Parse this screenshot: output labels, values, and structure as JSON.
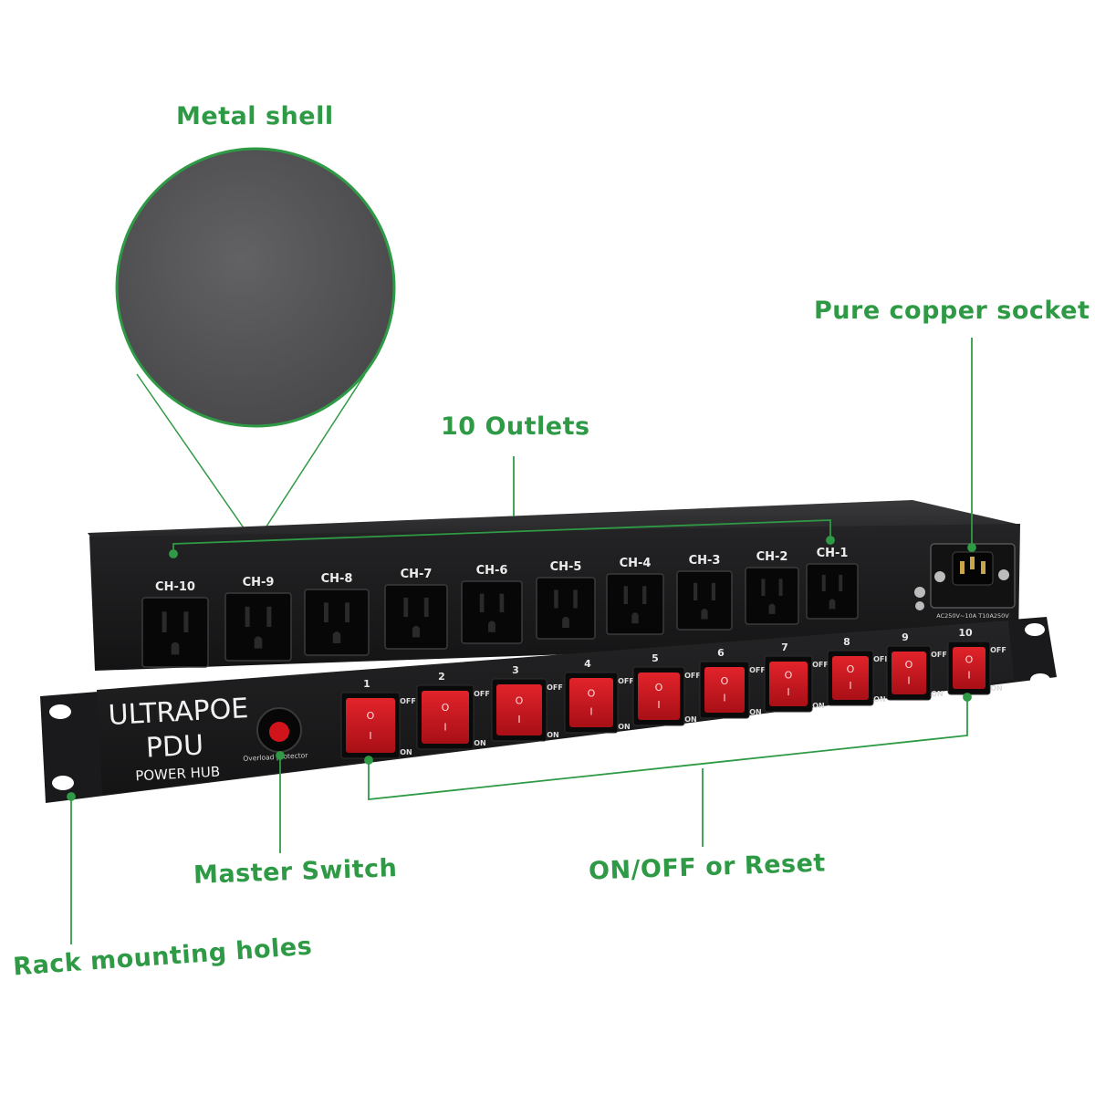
{
  "callouts": {
    "metal_shell": "Metal shell",
    "copper_socket": "Pure copper socket",
    "outlets": "10 Outlets",
    "master_switch": "Master Switch",
    "on_off": "ON/OFF or Reset",
    "rack_holes": "Rack mounting holes"
  },
  "device": {
    "brand_line1": "ULTRAPOE",
    "brand_line2": "PDU",
    "brand_line3": "POWER HUB",
    "overload_label": "Overload protector",
    "socket_label": "AC250V~10A T10A250V",
    "channels": [
      "CH-10",
      "CH-9",
      "CH-8",
      "CH-7",
      "CH-6",
      "CH-5",
      "CH-4",
      "CH-3",
      "CH-2",
      "CH-1"
    ],
    "switch_numbers": [
      "1",
      "2",
      "3",
      "4",
      "5",
      "6",
      "7",
      "8",
      "9",
      "10"
    ],
    "off_label": "OFF",
    "on_label": "ON",
    "rocker_top": "O",
    "rocker_bottom": "I"
  },
  "colors": {
    "accent_green": "#2f9a45",
    "rocker_red": "#c9141c",
    "body_black": "#1c1c1e"
  }
}
